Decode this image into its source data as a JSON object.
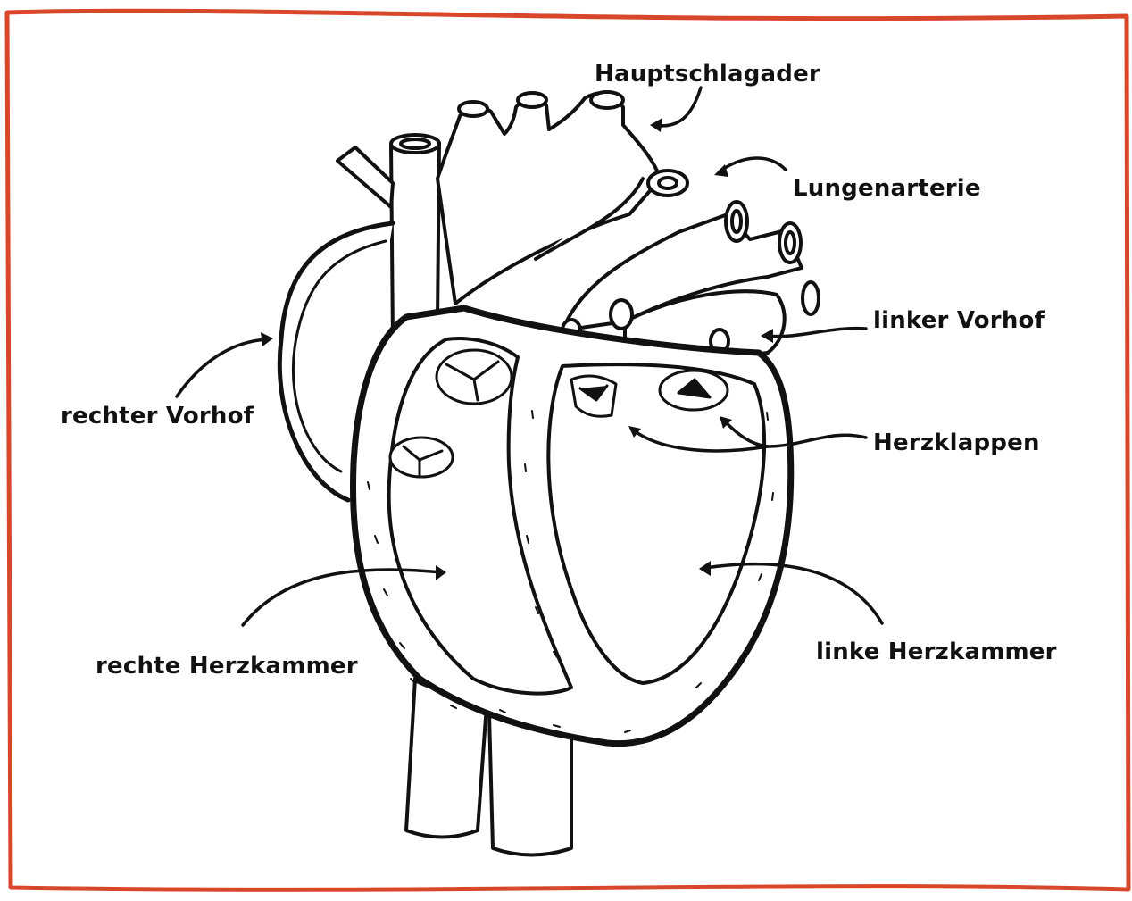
{
  "frame": {
    "border_color": "#d9472b"
  },
  "labels": {
    "aorta": "Hauptschlagader",
    "pulmonary_artery": "Lungenarterie",
    "left_atrium": "linker Vorhof",
    "right_atrium": "rechter Vorhof",
    "heart_valves": "Herzklappen",
    "right_ventricle": "rechte Herzkammer",
    "left_ventricle": "linke Herzkammer"
  },
  "colors": {
    "ink": "#111111",
    "fill": "#ffffff"
  }
}
